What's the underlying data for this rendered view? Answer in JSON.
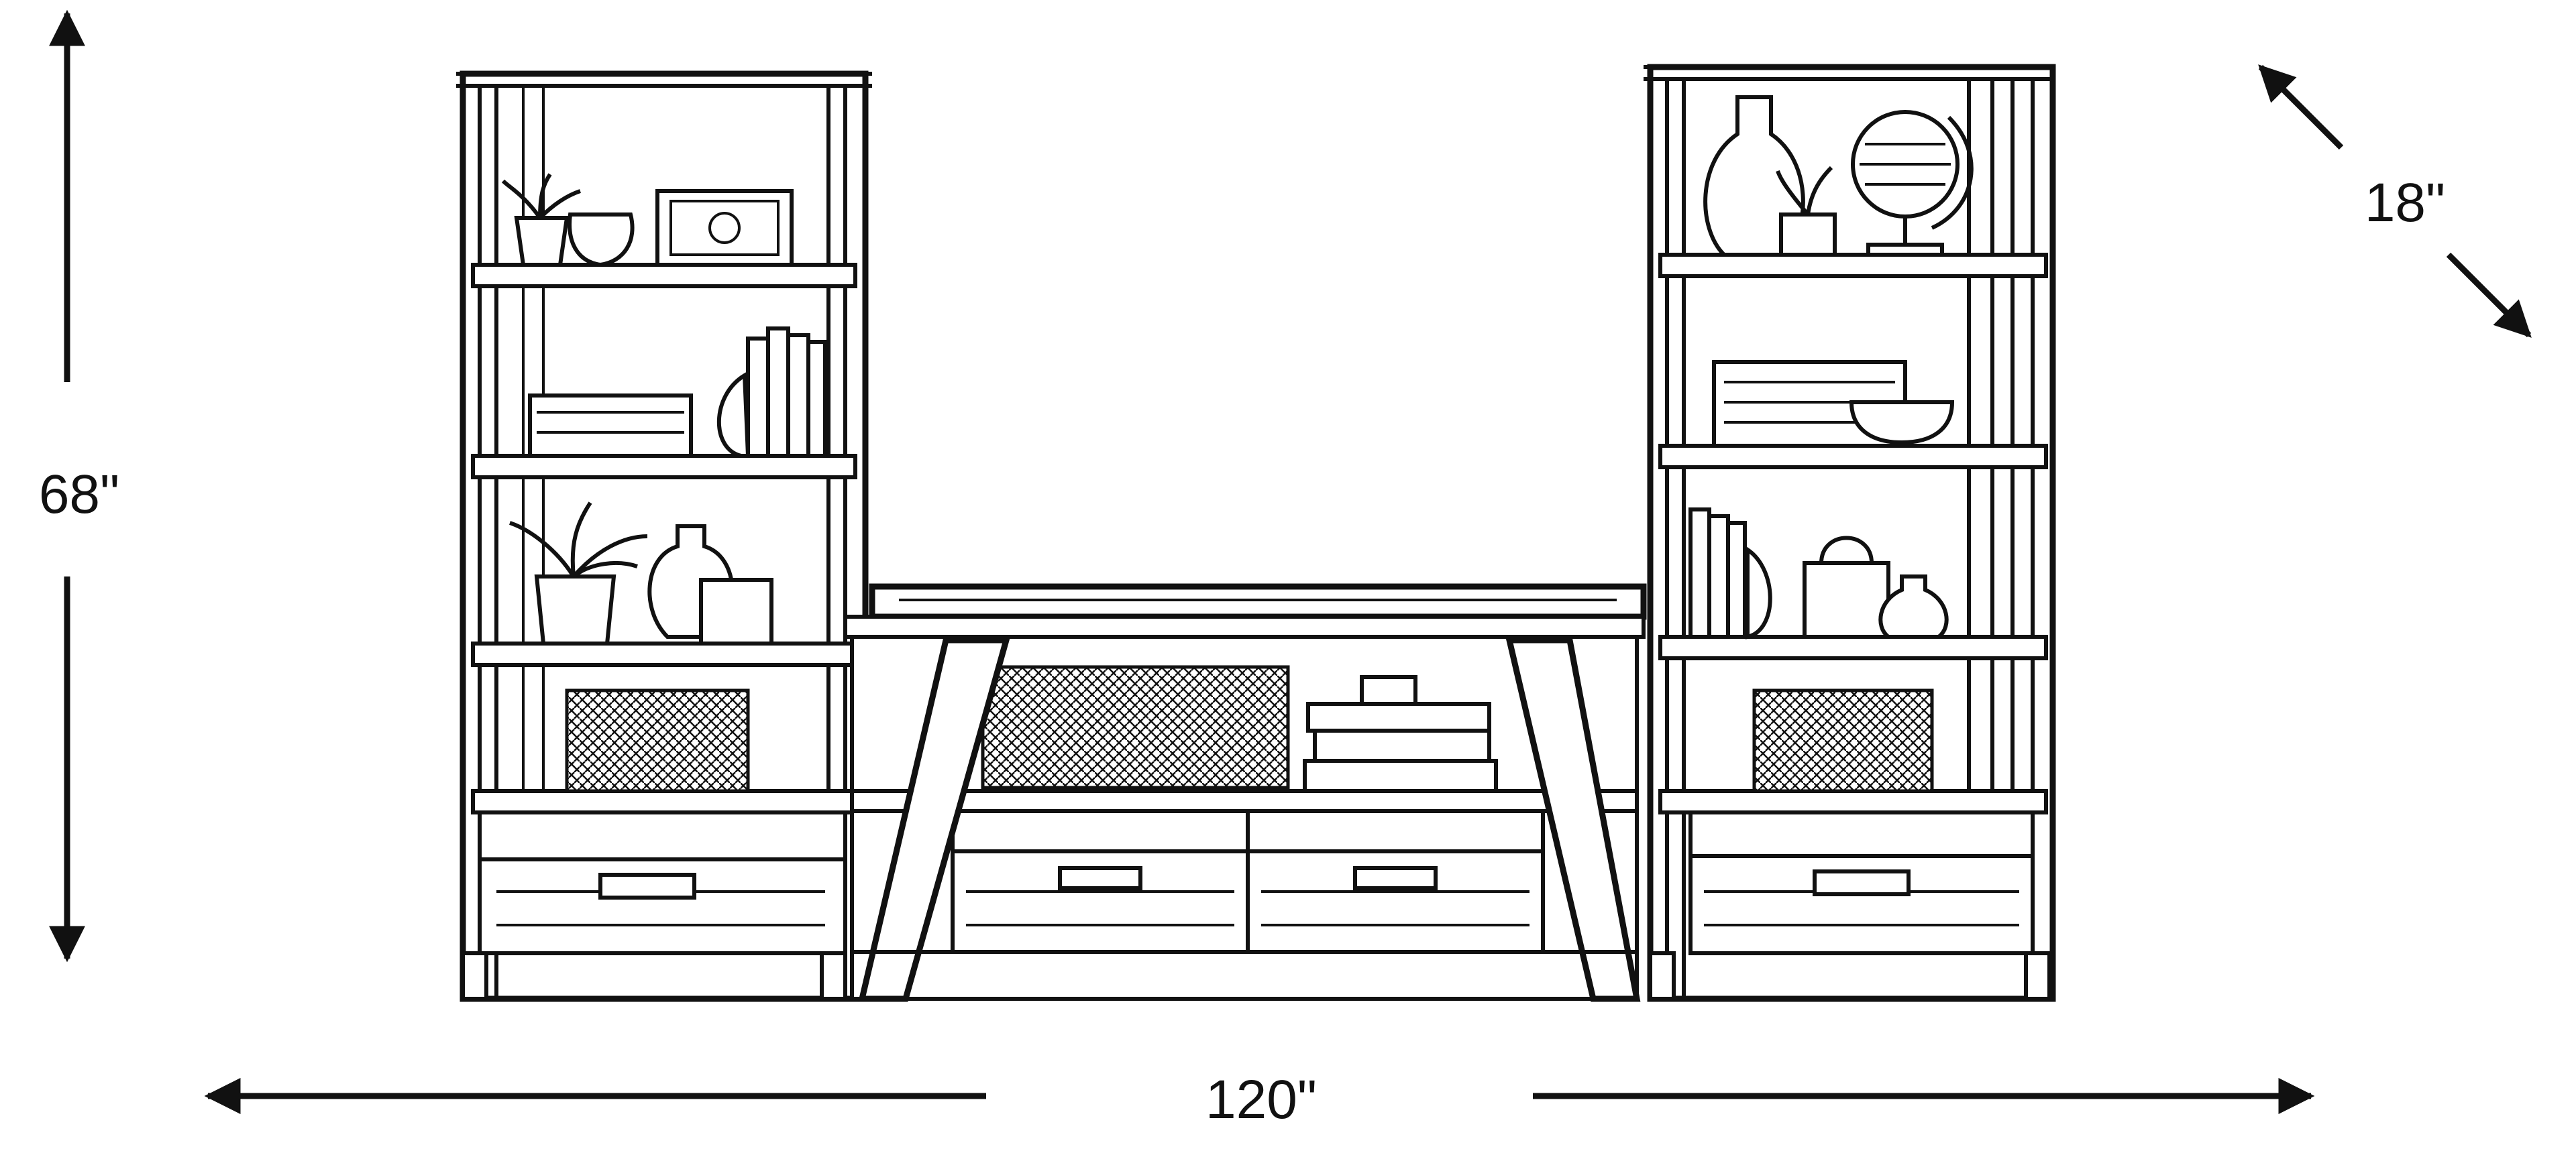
{
  "dimensions": {
    "height": "68\"",
    "width": "120\"",
    "depth": "18\""
  },
  "colors": {
    "ink": "#111111",
    "background": "#ffffff"
  }
}
